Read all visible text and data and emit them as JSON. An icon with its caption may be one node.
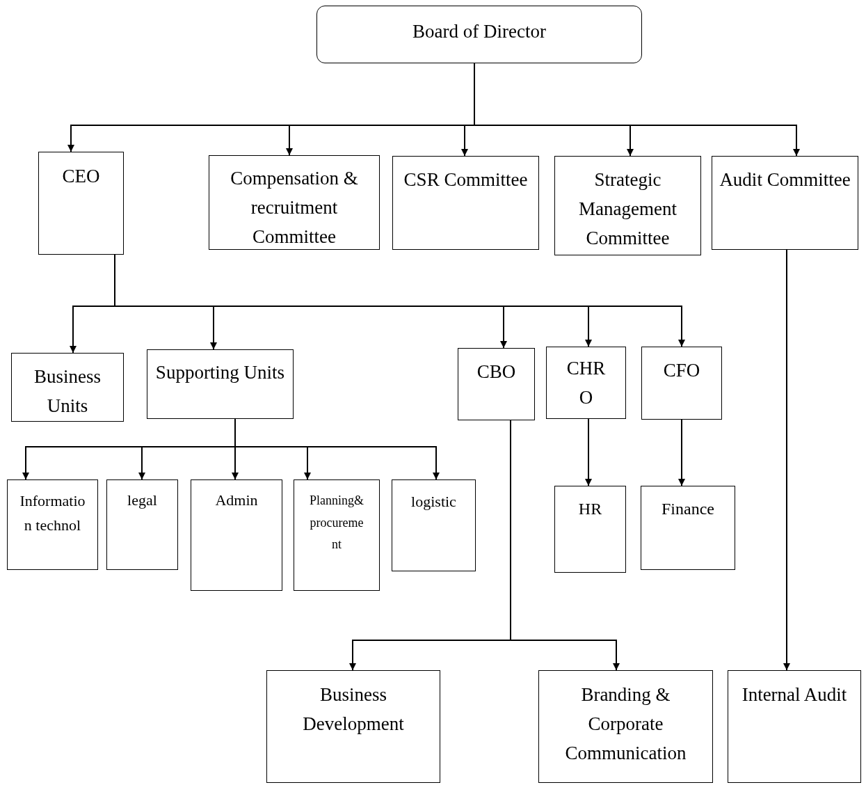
{
  "diagram": {
    "nodes": [
      {
        "text": [
          "Board of Director"
        ]
      },
      {
        "text": [
          "CEO"
        ]
      },
      {
        "text": [
          "Compensation & recruitment Committee"
        ]
      },
      {
        "text": [
          "CSR Committee"
        ]
      },
      {
        "text": [
          "Strategic Management Committee"
        ]
      },
      {
        "text": [
          "Audit Committee"
        ]
      },
      {
        "text": [
          "Business Units"
        ]
      },
      {
        "text": [
          "Supporting Units"
        ]
      },
      {
        "text": [
          "CBO"
        ]
      },
      {
        "text": [
          "CHRO"
        ]
      },
      {
        "text": [
          "CFO"
        ]
      },
      {
        "text": [
          "Information technol"
        ]
      },
      {
        "text": [
          "legal"
        ]
      },
      {
        "text": [
          "Admin"
        ]
      },
      {
        "text": [
          "Planning& procurement"
        ]
      },
      {
        "text": [
          "logistic"
        ]
      },
      {
        "text": [
          "HR"
        ]
      },
      {
        "text": [
          "Finance"
        ]
      },
      {
        "text": [
          "Business Development"
        ]
      },
      {
        "text": [
          "Branding & Corporate Communication"
        ]
      },
      {
        "text": [
          "Internal Audit"
        ]
      }
    ],
    "edges": [
      {
        "from": 0,
        "to": 1,
        "arrow": "to"
      },
      {
        "from": 0,
        "to": 2,
        "arrow": "to"
      },
      {
        "from": 0,
        "to": 3,
        "arrow": "to"
      },
      {
        "from": 0,
        "to": 4,
        "arrow": "to"
      },
      {
        "from": 0,
        "to": 5,
        "arrow": "to"
      },
      {
        "from": 1,
        "to": 6,
        "arrow": "to"
      },
      {
        "from": 1,
        "to": 7,
        "arrow": "to"
      },
      {
        "from": 1,
        "to": 8,
        "arrow": "to"
      },
      {
        "from": 1,
        "to": 9,
        "arrow": "to"
      },
      {
        "from": 1,
        "to": 10,
        "arrow": "to"
      },
      {
        "from": 7,
        "to": 11,
        "arrow": "to"
      },
      {
        "from": 7,
        "to": 12,
        "arrow": "to"
      },
      {
        "from": 7,
        "to": 13,
        "arrow": "to"
      },
      {
        "from": 7,
        "to": 14,
        "arrow": "to"
      },
      {
        "from": 7,
        "to": 15,
        "arrow": "to"
      },
      {
        "from": 9,
        "to": 16,
        "arrow": "to"
      },
      {
        "from": 10,
        "to": 17,
        "arrow": "to"
      },
      {
        "from": 8,
        "to": 18,
        "arrow": "to"
      },
      {
        "from": 8,
        "to": 19,
        "arrow": "to"
      },
      {
        "from": 5,
        "to": 20,
        "arrow": "to"
      }
    ]
  }
}
